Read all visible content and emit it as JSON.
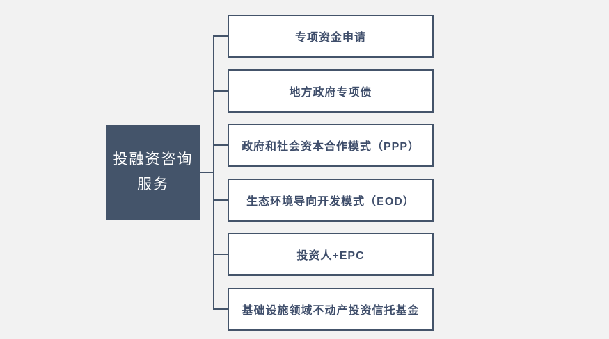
{
  "diagram": {
    "type": "tree",
    "root": {
      "label": "投融资咨询服务"
    },
    "branches": [
      {
        "label": "专项资金申请"
      },
      {
        "label": "地方政府专项债"
      },
      {
        "label": "政府和社会资本合作模式（PPP）"
      },
      {
        "label": "生态环境导向开发模式（EOD）"
      },
      {
        "label": "投资人+EPC"
      },
      {
        "label": "基础设施领域不动产投资信托基金"
      }
    ],
    "colors": {
      "background": "#F2F2F2",
      "node_fill": "#44546A",
      "node_text": "#FFFFFF",
      "box_fill": "#FFFFFF",
      "box_border": "#44546A",
      "box_text": "#3E4D6A",
      "connector": "#44546A"
    }
  }
}
